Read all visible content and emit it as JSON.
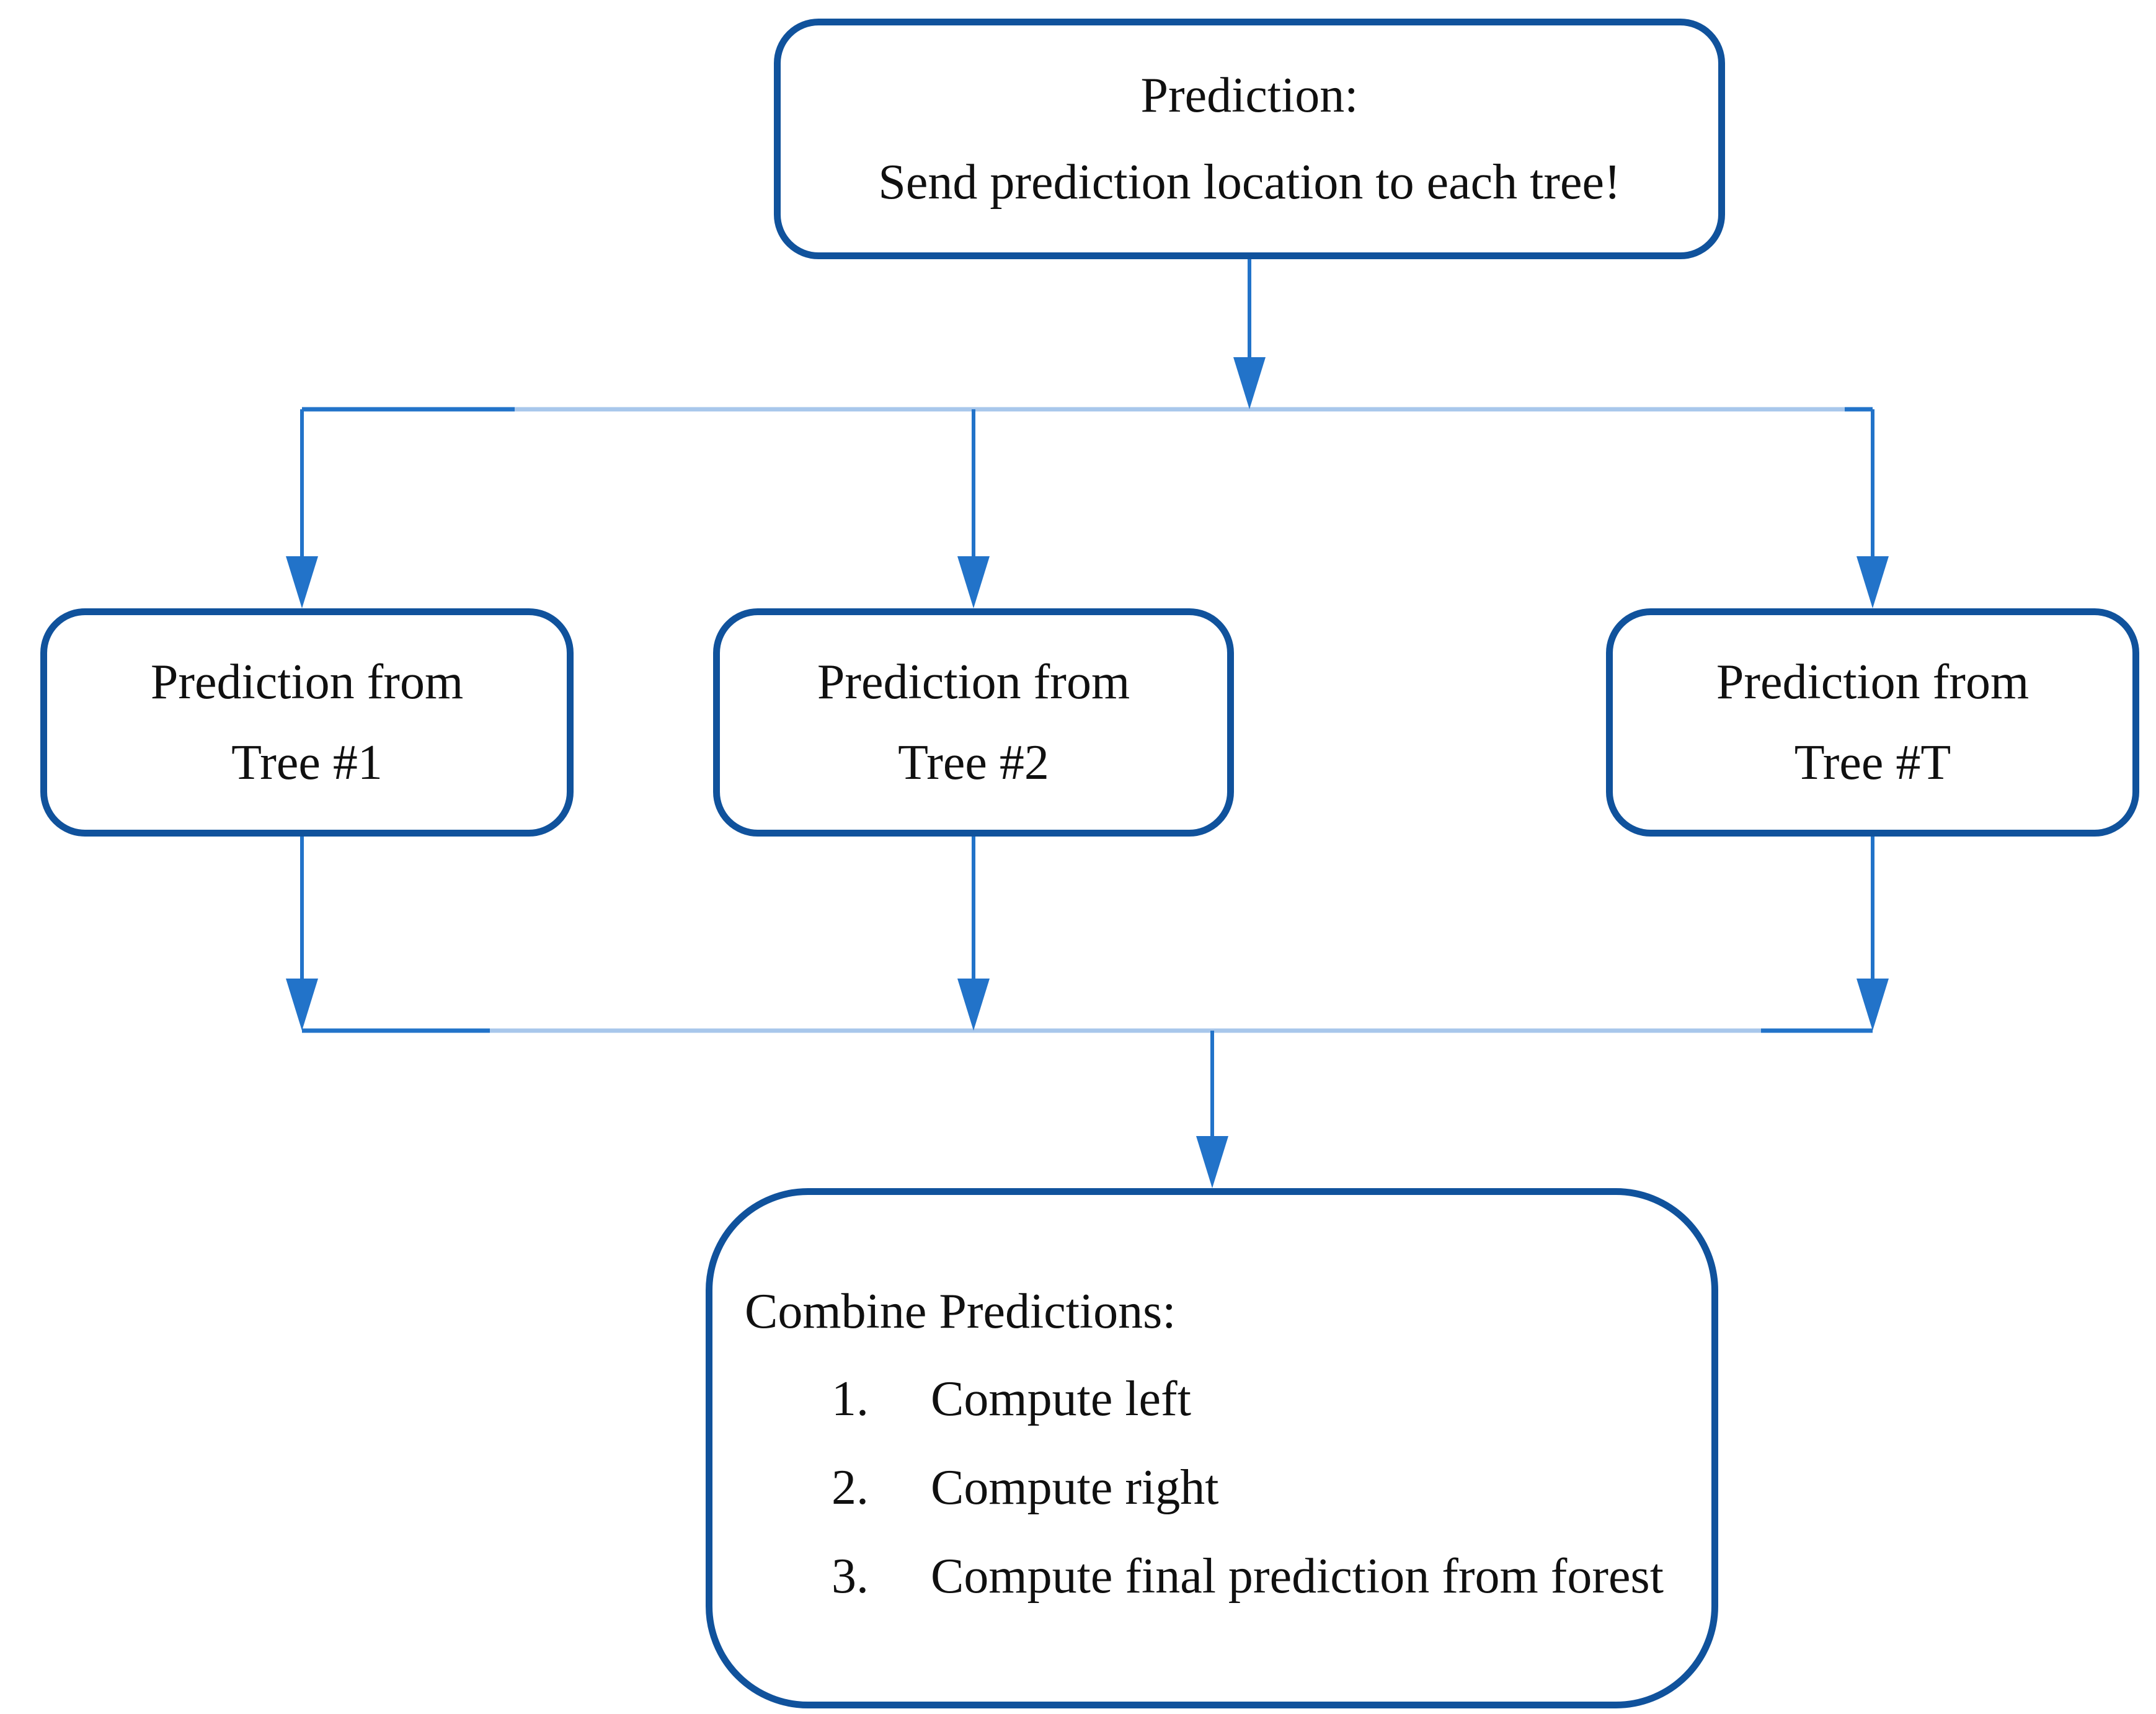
{
  "diagram": {
    "title_semantic": "random-forest-prediction-flowchart",
    "colors": {
      "background": "#ffffff",
      "box_border": "#10529C",
      "arrow": "#2273C9",
      "connector_light": "#A8C7EB",
      "text": "#101010"
    },
    "nodes": {
      "top": {
        "lines": [
          "Prediction:",
          "Send prediction location to each tree!"
        ]
      },
      "tree1": {
        "lines": [
          "Prediction from",
          "Tree #1"
        ]
      },
      "tree2": {
        "lines": [
          "Prediction from",
          "Tree #2"
        ]
      },
      "treeT": {
        "lines": [
          "Prediction from",
          "Tree #T"
        ]
      },
      "combine": {
        "title": "Combine Predictions:",
        "items": [
          {
            "num": "1.",
            "text": "Compute left"
          },
          {
            "num": "2.",
            "text": "Compute right"
          },
          {
            "num": "3.",
            "text": "Compute final prediction from forest"
          }
        ]
      }
    }
  }
}
